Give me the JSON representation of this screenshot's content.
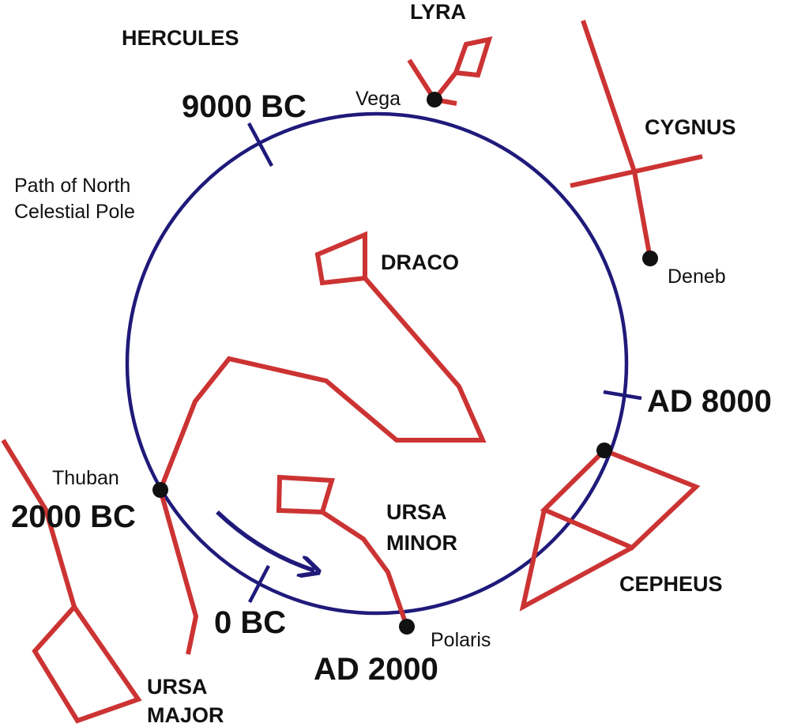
{
  "colors": {
    "constellation_lines": "#cc3333",
    "precession_circle": "#1f1a7a",
    "stars": "#111111",
    "text": "#111111"
  },
  "constellations": {
    "hercules": "HERCULES",
    "lyra": "LYRA",
    "cygnus": "CYGNUS",
    "draco": "DRACO",
    "ursa_minor_line1": "URSA",
    "ursa_minor_line2": "MINOR",
    "cepheus": "CEPHEUS",
    "ursa_major_line1": "URSA",
    "ursa_major_line2": "MAJOR"
  },
  "stars": {
    "vega": "Vega",
    "deneb": "Deneb",
    "thuban": "Thuban",
    "polaris": "Polaris"
  },
  "epochs": {
    "bc_9000": "9000 BC",
    "ad_8000": "AD 8000",
    "bc_2000": "2000 BC",
    "bc_0": "0 BC",
    "ad_2000": "AD 2000"
  },
  "path_label_line1": "Path of North",
  "path_label_line2": "Celestial Pole"
}
